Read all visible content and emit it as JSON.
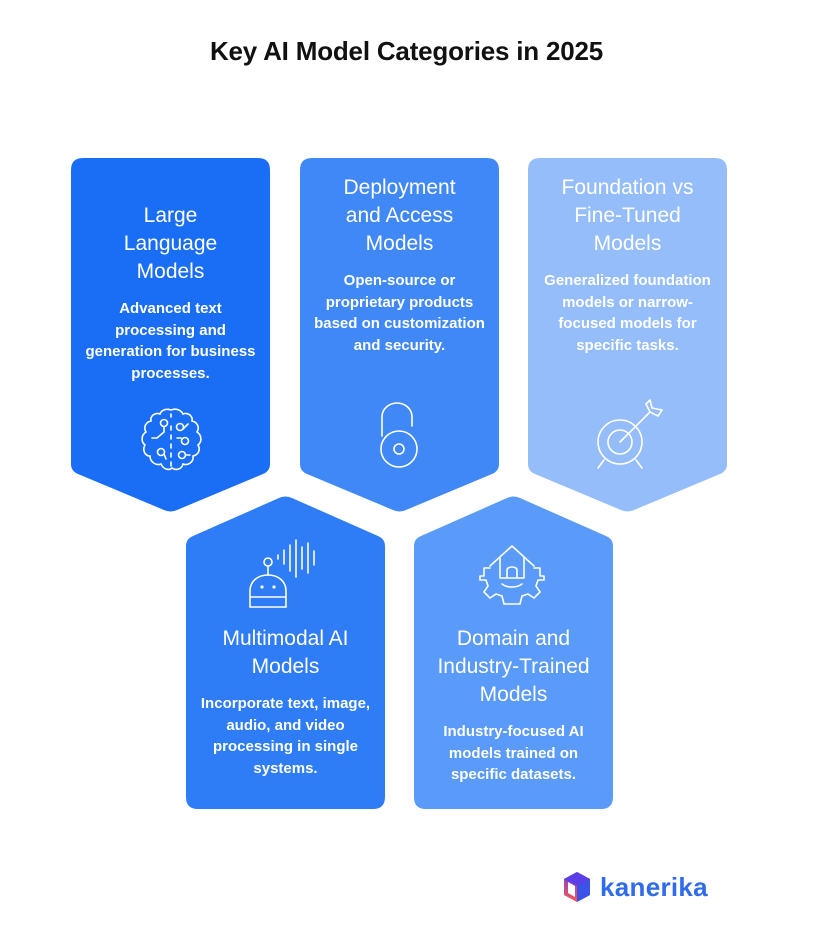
{
  "title": "Key AI Model Categories in 2025",
  "cards": [
    {
      "title": "Large Language Models",
      "description": "Advanced text processing and generation for business processes.",
      "icon": "brain-circuit-icon",
      "color": "#1a6ef5"
    },
    {
      "title": "Deployment and Access Models",
      "description": "Open-source or proprietary products based on customization and security.",
      "icon": "unlocked-padlock-icon",
      "color": "#4188f7"
    },
    {
      "title": "Foundation vs Fine-Tuned Models",
      "description": "Generalized foundation models or narrow-focused models for specific tasks.",
      "icon": "target-arrow-icon",
      "color": "#94bdfa"
    },
    {
      "title": "Multimodal AI Models",
      "description": "Incorporate text, image, audio, and video processing in single systems.",
      "icon": "robot-soundwave-icon",
      "color": "#2e7cf6"
    },
    {
      "title": "Domain and Industry-Trained Models",
      "description": "Industry-focused AI models trained on specific datasets.",
      "icon": "house-gear-icon",
      "color": "#5a9af8"
    }
  ],
  "logo": {
    "text": "kanerika",
    "color": "#2f6bea"
  }
}
